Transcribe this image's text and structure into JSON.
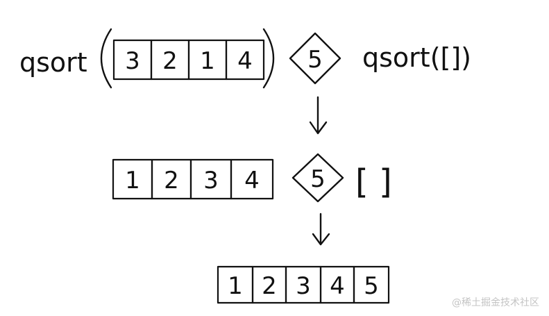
{
  "colors": {
    "ink": "#111111",
    "background": "#ffffff",
    "watermark": "#c4c4c4"
  },
  "row1": {
    "call_label": "qsort",
    "left_array": [
      "3",
      "2",
      "1",
      "4"
    ],
    "pivot": "5",
    "right_call": "qsort([])"
  },
  "row2": {
    "left_array": [
      "1",
      "2",
      "3",
      "4"
    ],
    "pivot": "5",
    "right_array": "[ ]"
  },
  "row3": {
    "result_array": [
      "1",
      "2",
      "3",
      "4",
      "5"
    ]
  },
  "watermark": "@稀土掘金技术社区"
}
